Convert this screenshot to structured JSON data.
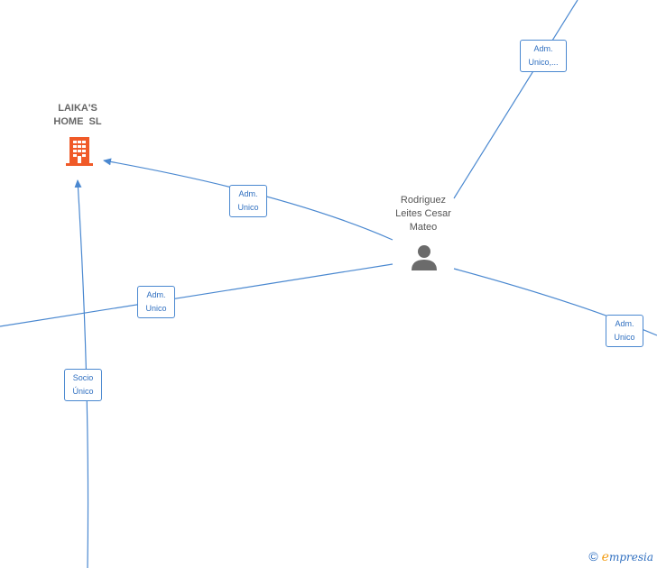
{
  "company": {
    "name_line1": "LAIKA'S",
    "name_line2": "HOME  SL",
    "icon": "building-icon",
    "color": "#f05a28"
  },
  "person": {
    "name_line1": "Rodriguez",
    "name_line2": "Leites Cesar",
    "name_line3": "Mateo",
    "icon": "person-icon",
    "color": "#6b6b6b"
  },
  "edges": [
    {
      "id": "top-right",
      "line1": "Adm.",
      "line2": "Unico,..."
    },
    {
      "id": "to-company",
      "line1": "Adm.",
      "line2": "Unico"
    },
    {
      "id": "left",
      "line1": "Adm.",
      "line2": "Unico"
    },
    {
      "id": "right",
      "line1": "Adm.",
      "line2": "Unico"
    },
    {
      "id": "bottom",
      "line1": "Socio",
      "line2": "Único"
    }
  ],
  "edge_color": "#4a88d0",
  "watermark": {
    "copyright": "©",
    "brand_first": "e",
    "brand_rest": "mpresia"
  }
}
